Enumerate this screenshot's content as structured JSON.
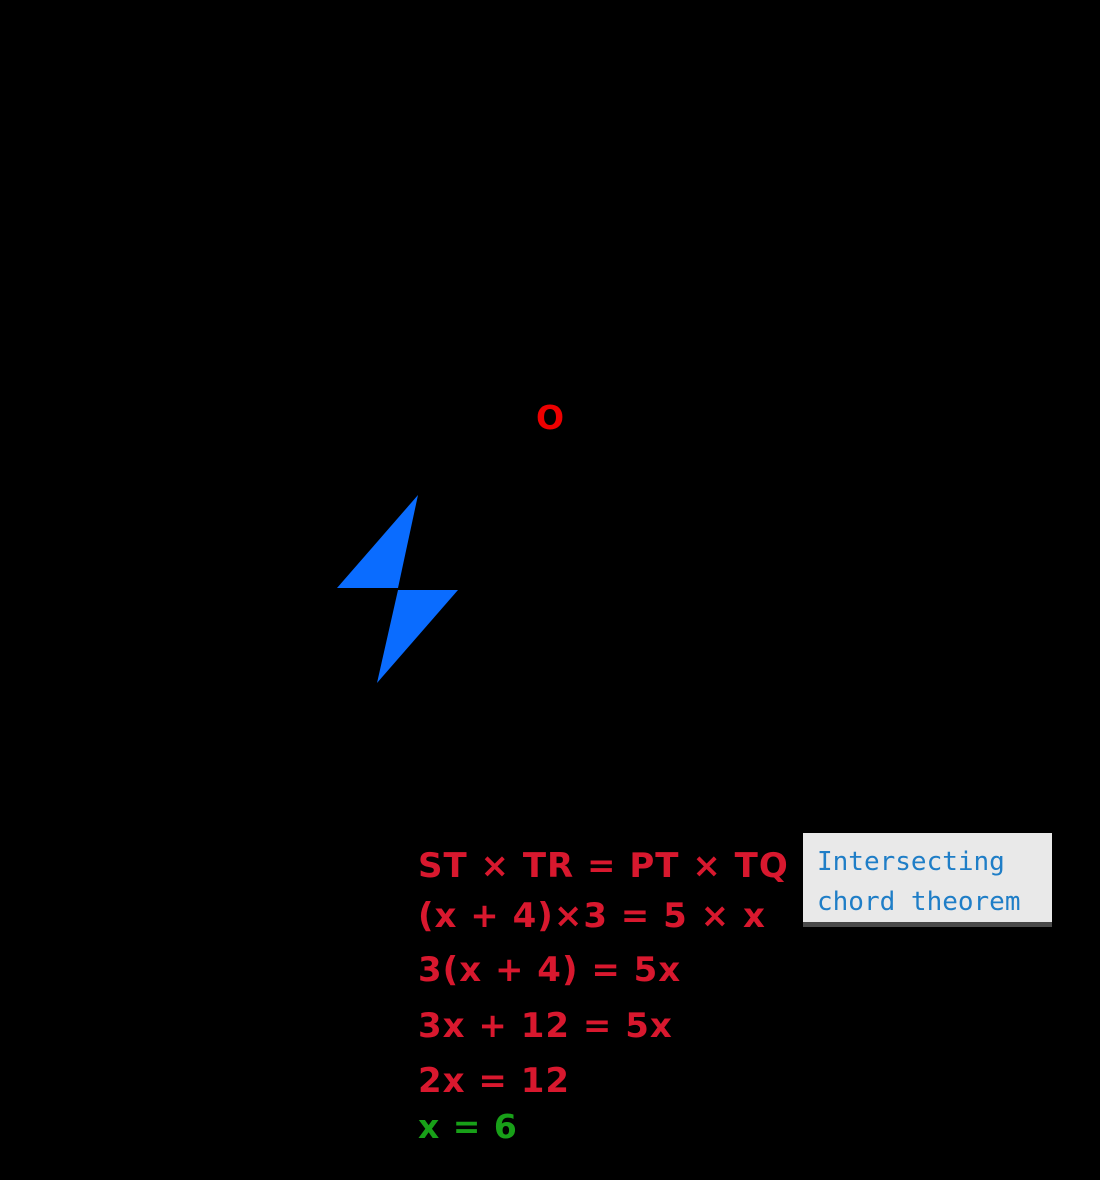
{
  "canvas": {
    "background": "#000000"
  },
  "diagram": {
    "center_label": {
      "text": "O",
      "color": "#ee0000"
    },
    "bolt_icon": {
      "color": "#0a6cff"
    }
  },
  "solution": {
    "lines": [
      {
        "text": "ST × TR = PT × TQ",
        "color": "#d8182e"
      },
      {
        "text": "(x + 4)×3 = 5 × x",
        "color": "#d8182e"
      },
      {
        "text": "3(x + 4) = 5x",
        "color": "#d8182e"
      },
      {
        "text": "3x + 12 = 5x",
        "color": "#d8182e"
      },
      {
        "text": "2x = 12",
        "color": "#d8182e"
      },
      {
        "text": "x = 6",
        "color": "#18a018"
      }
    ]
  },
  "callout": {
    "line1": "Intersecting",
    "line2": "chord theorem",
    "text_color": "#1f7ec7",
    "background": "#e9e9e9",
    "shadow_color": "#4a4a4a"
  }
}
